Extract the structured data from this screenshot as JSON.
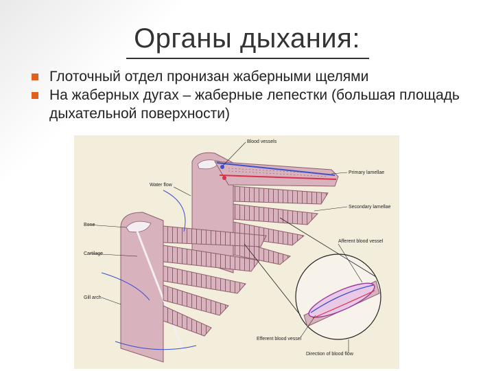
{
  "slide": {
    "title": "Органы дыхания:",
    "bullets": [
      "Глоточный отдел пронизан жаберными щелями",
      "На жаберных дугах – жаберные лепестки (большая площадь дыхательной поверхности)"
    ]
  },
  "diagram": {
    "labels": {
      "blood_vessels": "Blood vessels",
      "primary_lamellae": "Primary lamellae",
      "water_flow": "Water flow",
      "secondary_lamellae": "Secondary lamellae",
      "bone": "Bone",
      "afferent": "Afferent blood vessel",
      "cartilage": "Cartilage",
      "gill_arch": "Gill arch",
      "efferent": "Efferent blood vessel",
      "direction": "Direction of blood flow"
    },
    "colors": {
      "background": "#f3eddc",
      "tissue": "#d8b2bd",
      "tissue_dark": "#b08893",
      "arch_light": "#f4eef2",
      "artery_blue": "#3a4fd0",
      "artery_red": "#d8304a",
      "bullet_marker": "#e0601e"
    }
  }
}
